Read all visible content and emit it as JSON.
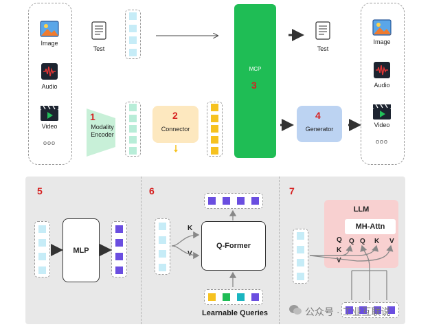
{
  "top": {
    "input_modalities": [
      {
        "label": "Image",
        "icon": "image-icon"
      },
      {
        "label": "Audio",
        "icon": "audio-icon"
      },
      {
        "label": "Video",
        "icon": "video-icon"
      }
    ],
    "input_ellipsis": "ooo",
    "text_input_label": "Test",
    "modality_encoder": {
      "number": "1",
      "label_line1": "Modality",
      "label_line2": "Encoder"
    },
    "connector": {
      "number": "2",
      "label": "Connector"
    },
    "mcp": {
      "label": "MCP",
      "number": "3"
    },
    "generator": {
      "number": "4",
      "label": "Generator"
    },
    "text_output_label": "Test",
    "output_modalities": [
      {
        "label": "Image",
        "icon": "image-icon"
      },
      {
        "label": "Audio",
        "icon": "audio-icon"
      },
      {
        "label": "Video",
        "icon": "video-icon"
      }
    ],
    "output_ellipsis": "ooo"
  },
  "bottom": {
    "panel5": {
      "number": "5",
      "box_label": "MLP"
    },
    "panel6": {
      "number": "6",
      "box_label": "Q-Former",
      "k_label": "K",
      "v_label": "V",
      "queries_label": "Learnable Queries"
    },
    "panel7": {
      "number": "7",
      "llm_label": "LLM",
      "attn_label": "MH-Attn",
      "inner_labels": [
        "Q",
        "Q",
        "K",
        "V"
      ],
      "side_labels": [
        "Q",
        "K",
        "V"
      ]
    }
  },
  "watermark": "公众号 · 工业互联说",
  "colors": {
    "token_light": "#c6ecf7",
    "token_purple": "#6a4ee0",
    "token_green": "#b8edd8",
    "token_orange": "#f6c220",
    "mcp_green": "#1fbd55",
    "connector_fill": "#fde8bf",
    "generator_fill": "#bcd3f2",
    "encoder_fill": "#c8f0d8",
    "llm_fill": "#f8d0d0",
    "number_red": "#d62020"
  }
}
